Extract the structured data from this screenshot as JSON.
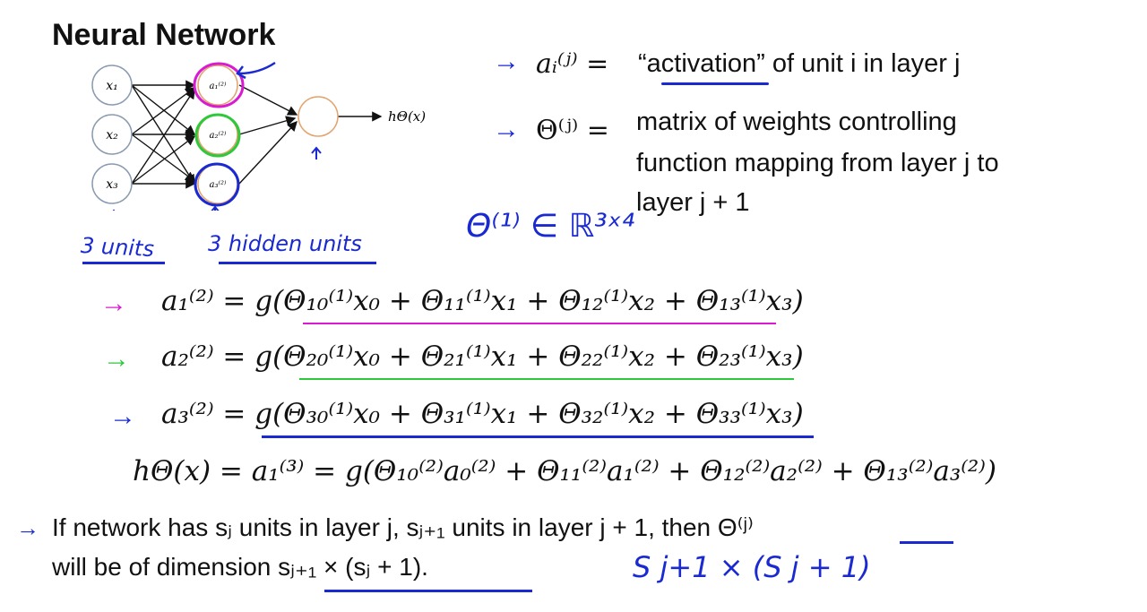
{
  "page": {
    "title": "Neural Network",
    "handwriting": {
      "input_note": "3 units",
      "hidden_note": "3 hidden units",
      "theta_dim": "Θ⁽¹⁾ ∈ ℝ³ˣ⁴",
      "dimension_note": "S j+1 × (S j + 1)"
    },
    "network": {
      "inputs": [
        "x₁",
        "x₂",
        "x₃"
      ],
      "hidden": [
        "a₁⁽²⁾",
        "a₂⁽²⁾",
        "a₃⁽²⁾"
      ],
      "output_label": "hΘ(x)"
    },
    "definitions": {
      "activation_symbol": "aᵢ⁽ʲ⁾ =",
      "activation_text": "“activation” of unit i in layer j",
      "theta_symbol": "Θ⁽ʲ⁾ =",
      "theta_text_1": "matrix of weights controlling",
      "theta_text_2": "function mapping from layer j to",
      "theta_text_3": "layer j + 1"
    },
    "equations": {
      "eq1": "a₁⁽²⁾ = g(Θ₁₀⁽¹⁾x₀ + Θ₁₁⁽¹⁾x₁ + Θ₁₂⁽¹⁾x₂ + Θ₁₃⁽¹⁾x₃)",
      "eq2": "a₂⁽²⁾ = g(Θ₂₀⁽¹⁾x₀ + Θ₂₁⁽¹⁾x₁ + Θ₂₂⁽¹⁾x₂ + Θ₂₃⁽¹⁾x₃)",
      "eq3": "a₃⁽²⁾ = g(Θ₃₀⁽¹⁾x₀ + Θ₃₁⁽¹⁾x₁ + Θ₃₂⁽¹⁾x₂ + Θ₃₃⁽¹⁾x₃)",
      "eq4": "hΘ(x) = a₁⁽³⁾ = g(Θ₁₀⁽²⁾a₀⁽²⁾ + Θ₁₁⁽²⁾a₁⁽²⁾ + Θ₁₂⁽²⁾a₂⁽²⁾ + Θ₁₃⁽²⁾a₃⁽²⁾)"
    },
    "statement": {
      "line1": "If network has sⱼ units in layer j, sⱼ₊₁ units in layer j + 1, then Θ⁽ʲ⁾",
      "line2": "will be of dimension sⱼ₊₁ × (sⱼ + 1)."
    },
    "colors": {
      "pink": "#d81bd0",
      "green": "#2ec83a",
      "blue": "#1a2ad0",
      "node_input": "#8a9bb0",
      "node_hidden": "#e2a46e"
    }
  }
}
